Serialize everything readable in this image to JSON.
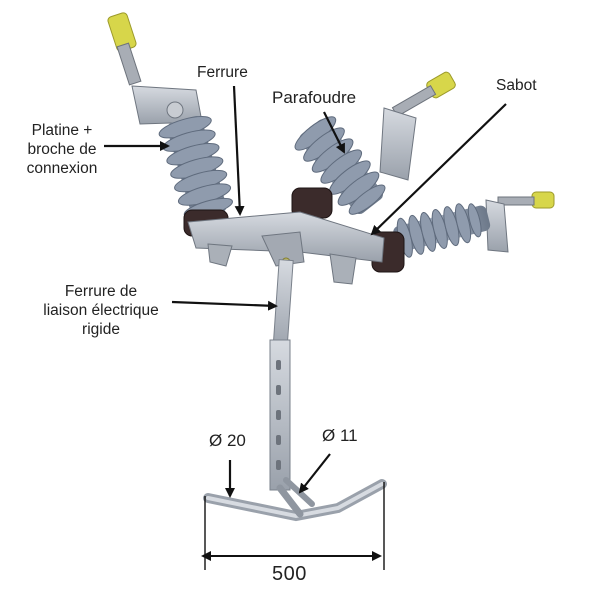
{
  "labels": {
    "platine_line1": "Platine +",
    "platine_line2": "broche de",
    "platine_line3": "connexion",
    "ferrure": "Ferrure",
    "parafoudre": "Parafoudre",
    "sabot": "Sabot",
    "liaison_line1": "Ferrure de",
    "liaison_line2": "liaison électrique",
    "liaison_line3": "rigide",
    "diam20": "Ø 20",
    "diam11": "Ø 11",
    "width_500": "500"
  },
  "colors": {
    "insulator": "#8e9aac",
    "metal": "#b9bec6",
    "terminal": "#d8d84a",
    "clamp": "#3a2a2a",
    "arrow": "#111111"
  }
}
